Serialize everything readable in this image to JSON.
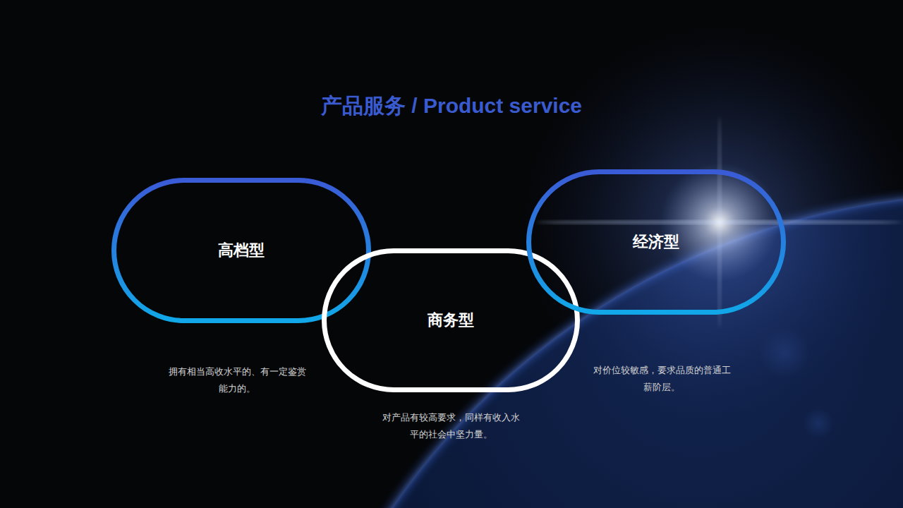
{
  "diagram": {
    "title": "产品服务 / Product service",
    "nodes": [
      {
        "text": [
          "高档型",
          "拥有相当高收水平的、有一定鉴赏能力的。"
        ]
      },
      {
        "text": [
          "商务型",
          "对产品有较高要求，同样有收入水平的社会中坚力量。"
        ]
      },
      {
        "text": [
          "经济型",
          "对价位较敏感，要求品质的普通工薪阶层。"
        ]
      }
    ]
  }
}
